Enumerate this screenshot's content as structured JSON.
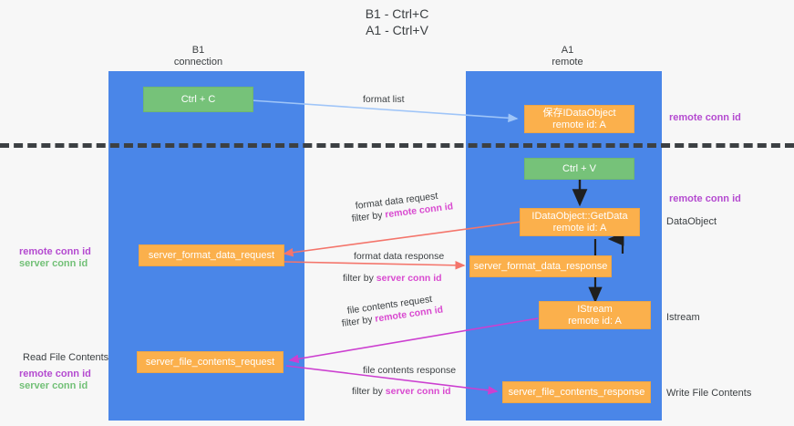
{
  "title": {
    "line1": "B1 - Ctrl+C",
    "line2": "A1 - Ctrl+V"
  },
  "columns": [
    {
      "name": "B1",
      "role": "connection"
    },
    {
      "name": "A1",
      "role": "remote"
    }
  ],
  "boxes": {
    "ctrl_c": {
      "line1": "Ctrl + C",
      "line2": ""
    },
    "ctrl_v": {
      "line1": "Ctrl + V",
      "line2": ""
    },
    "idataobject_store": {
      "line1": "保存IDataObject",
      "line2": "remote id: A"
    },
    "getdata": {
      "line1": "IDataObject::GetData",
      "line2": "remote id: A"
    },
    "istream": {
      "line1": "IStream",
      "line2": "remote id: A"
    },
    "server_format_data_request": {
      "line1": "server_format_data_request",
      "line2": ""
    },
    "server_format_data_response": {
      "line1": "server_format_data_response",
      "line2": ""
    },
    "server_file_contents_request": {
      "line1": "server_file_contents_request",
      "line2": ""
    },
    "server_file_contents_response": {
      "line1": "server_file_contents_response",
      "line2": ""
    }
  },
  "right_labels": {
    "remote_conn_id_top": "remote conn id",
    "remote_conn_id_mid": "remote conn id",
    "dataobject": "DataObject",
    "istream": "Istream",
    "write_file_contents": "Write File Contents"
  },
  "left_labels": {
    "remote_conn_id": "remote conn id",
    "server_conn_id": "server conn id",
    "read_file_contents": "Read File Contents",
    "remote_conn_id_2": "remote conn id",
    "server_conn_id_2": "server conn id"
  },
  "arrow_labels": {
    "format_list": "format list",
    "format_data_request": "format data request",
    "format_data_request_filter_pre": "filter by ",
    "format_data_request_filter_hot": "remote conn id",
    "format_data_response": "format data response",
    "format_data_response_filter_pre": "filter by ",
    "format_data_response_filter_hot": "server conn id",
    "file_contents_request": "file contents request",
    "file_contents_request_filter_pre": "filter by ",
    "file_contents_request_filter_hot": "remote conn id",
    "file_contents_response": "file contents response",
    "file_contents_response_filter_pre": "filter by ",
    "file_contents_response_filter_hot": "server conn id"
  },
  "colors": {
    "lane": "#4a86e8",
    "green_box": "#76c279",
    "orange_box": "#fbb04c",
    "divider": "#3c4043",
    "arrow_blue": "#9fc5f8",
    "arrow_red": "#f4756b",
    "arrow_magenta": "#cc3fd0",
    "arrow_black": "#1f1f1f",
    "accent_purple": "#b44ad0",
    "accent_green": "#72c077",
    "background": "#f7f7f7"
  }
}
